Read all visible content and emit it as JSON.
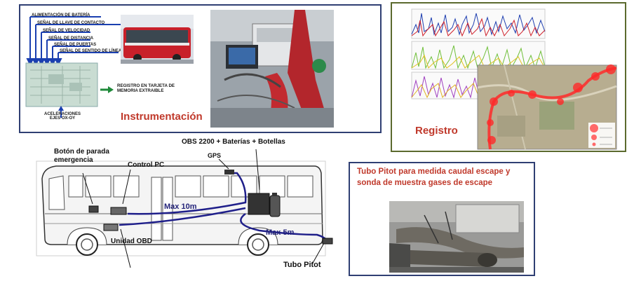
{
  "instrumentacion": {
    "title": "Instrumentación",
    "signals": [
      "ALIMENTACIÓN DE BATERÍA",
      "SEÑAL DE LLAVE DE CONTACTO",
      "SEÑAL DE VELOCIDAD",
      "SEÑAL DE DISTANCIA",
      "SEÑAL DE PUERTAS",
      "SEÑAL DE SENTIDO DE LÍNEA"
    ],
    "registro_tarjeta": "REGISTRO EN TARJETA DE MEMORIA EXTRAIBLE",
    "aceleraciones": "ACELERACIONES EJES OX-OY"
  },
  "registro": {
    "title": "Registro"
  },
  "pitot_panel": {
    "title": "Tubo Pitot para medida caudal escape y sonda de muestra gases de escape"
  },
  "bus_diagram": {
    "obs_label": "OBS 2200 + Baterías + Botellas",
    "gps_label": "GPS",
    "stop_button_label": "Botón de parada emergencia",
    "control_pc_label": "Control PC",
    "max10_label": "Max 10m",
    "max5_label": "Max 5m",
    "obd_label": "Unidad OBD",
    "pitot_label": "Tubo Pitot"
  },
  "colors": {
    "title_red": "#c0392b",
    "cable_blue": "#1f1f8a",
    "panel_border_blue": "#2f3f73",
    "panel_border_olive": "#5b6a2e"
  }
}
